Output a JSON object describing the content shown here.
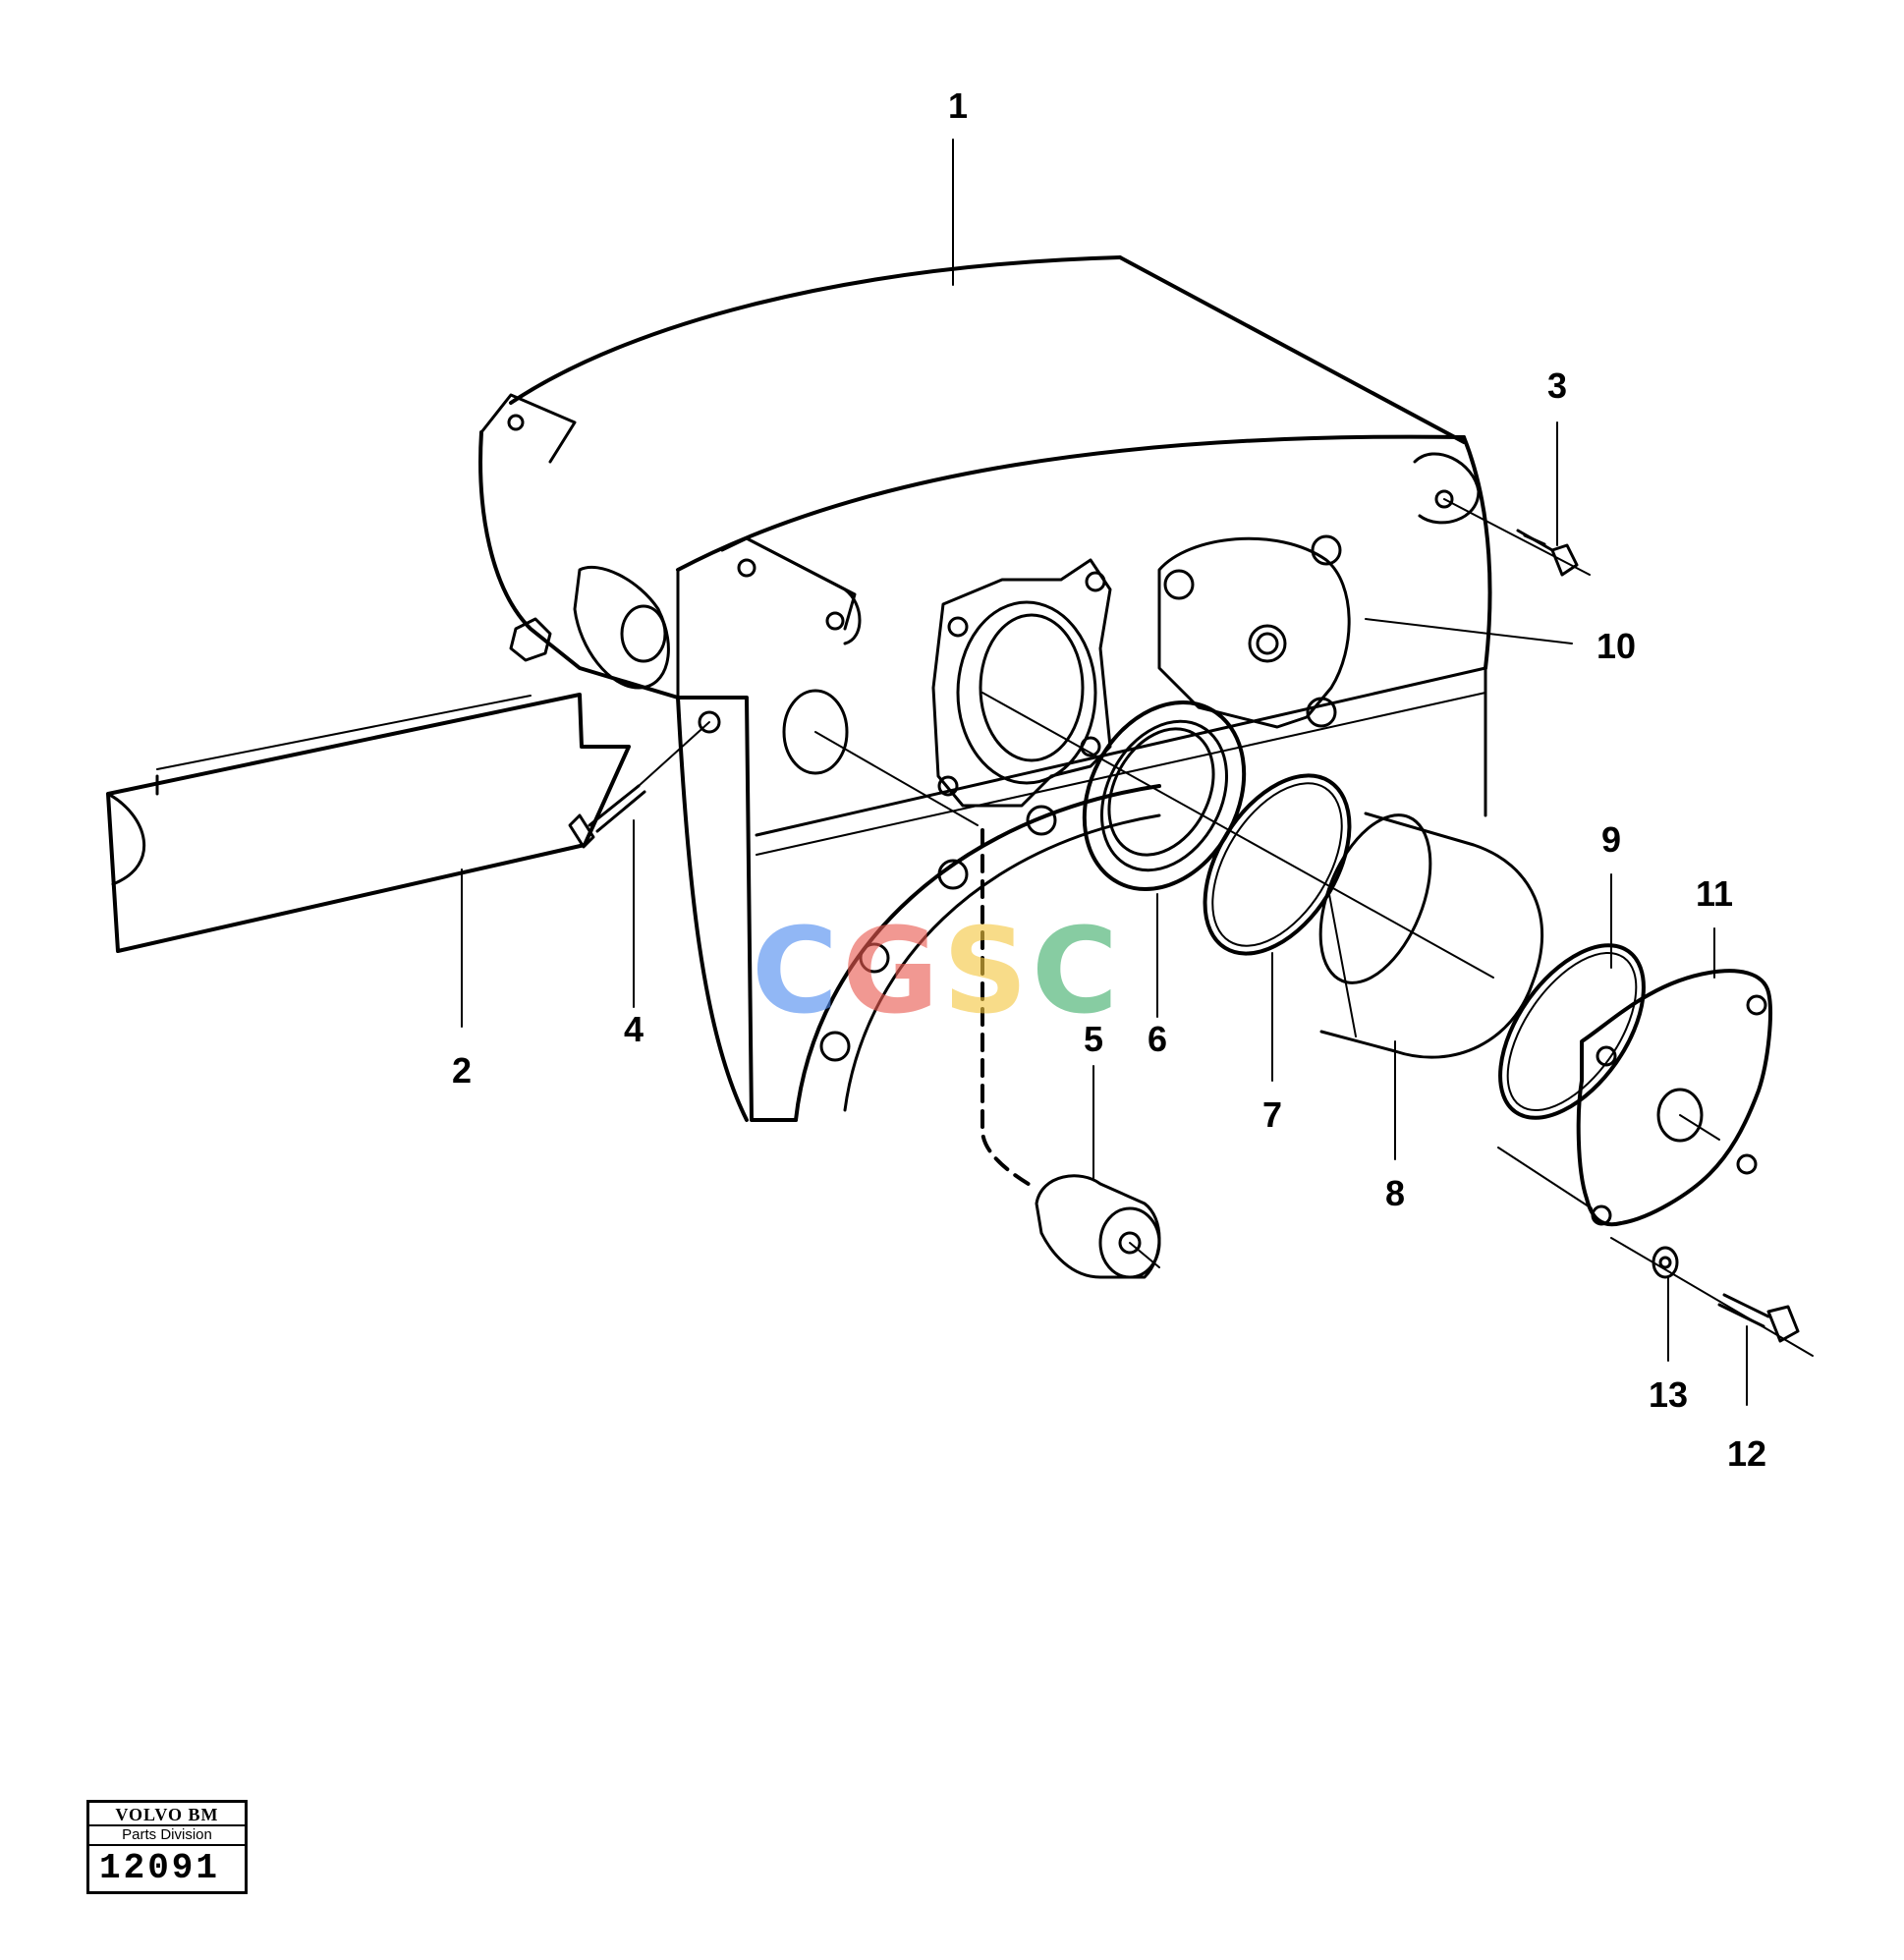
{
  "diagram": {
    "callouts": [
      {
        "id": "1",
        "text": "1"
      },
      {
        "id": "2",
        "text": "2"
      },
      {
        "id": "3",
        "text": "3"
      },
      {
        "id": "4",
        "text": "4"
      },
      {
        "id": "5",
        "text": "5"
      },
      {
        "id": "6",
        "text": "6"
      },
      {
        "id": "7",
        "text": "7"
      },
      {
        "id": "8",
        "text": "8"
      },
      {
        "id": "9",
        "text": "9"
      },
      {
        "id": "10",
        "text": "10"
      },
      {
        "id": "11",
        "text": "11"
      },
      {
        "id": "12",
        "text": "12"
      },
      {
        "id": "13",
        "text": "13"
      }
    ]
  },
  "watermark": {
    "letters": [
      "C",
      "G",
      "S",
      "C"
    ],
    "colors": [
      "#4f8cf0",
      "#ea5a50",
      "#f5c842",
      "#3fae6a"
    ]
  },
  "stamp": {
    "brand": "VOLVO BM",
    "division": "Parts Division",
    "number": "12091"
  }
}
